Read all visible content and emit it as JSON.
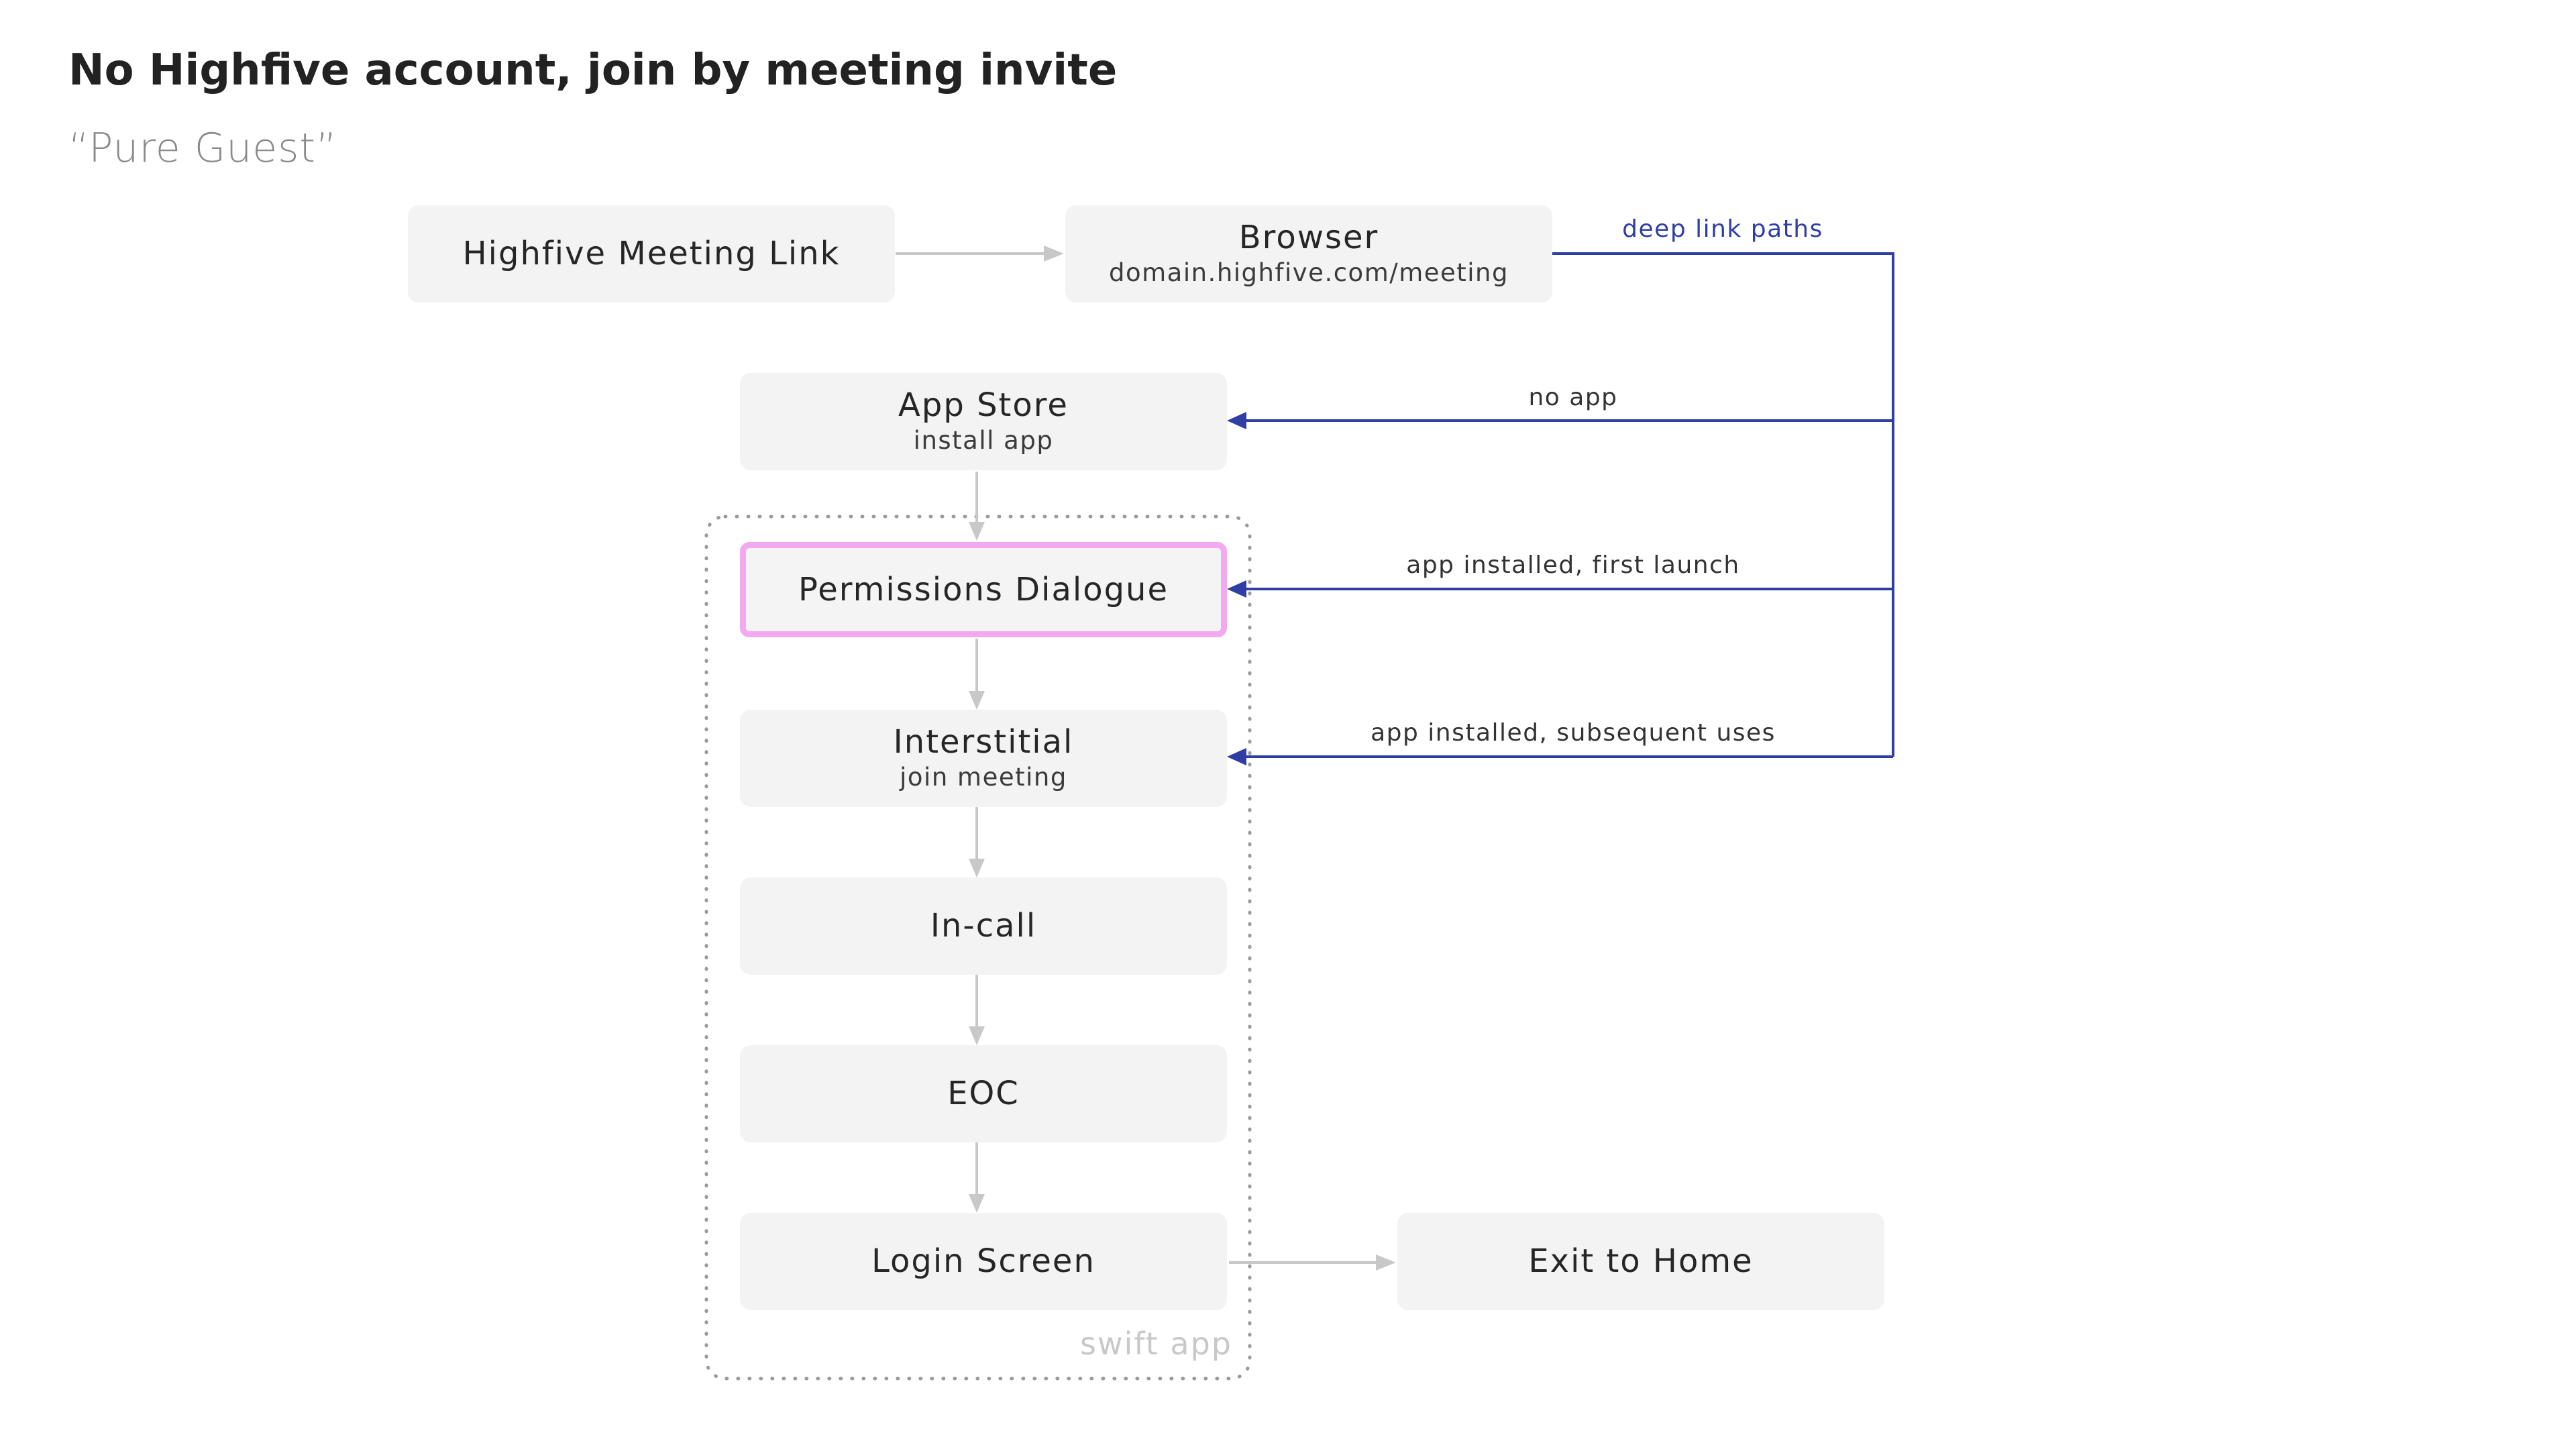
{
  "diagram": {
    "title": "No Highfive account, join by meeting invite",
    "subtitle": "“Pure Guest”",
    "group_label": "swift app",
    "nodes": {
      "meeting_link": {
        "title": "Highfive Meeting Link"
      },
      "browser": {
        "title": "Browser",
        "sub": "domain.highfive.com/meeting"
      },
      "app_store": {
        "title": "App Store",
        "sub": "install app"
      },
      "permissions": {
        "title": "Permissions Dialogue"
      },
      "interstitial": {
        "title": "Interstitial",
        "sub": "join meeting"
      },
      "in_call": {
        "title": "In-call"
      },
      "eoc": {
        "title": "EOC"
      },
      "login": {
        "title": "Login Screen"
      },
      "exit_home": {
        "title": "Exit to Home"
      }
    },
    "edge_labels": {
      "deep_link_paths": "deep link paths",
      "no_app": "no app",
      "first_launch": "app installed, first launch",
      "subsequent_uses": "app installed, subsequent uses"
    },
    "colors": {
      "deep_link": "#2f3ea4",
      "flow": "#c8c8c8",
      "highlight": "#f2a9f2",
      "node_bg": "#f3f3f3"
    }
  }
}
